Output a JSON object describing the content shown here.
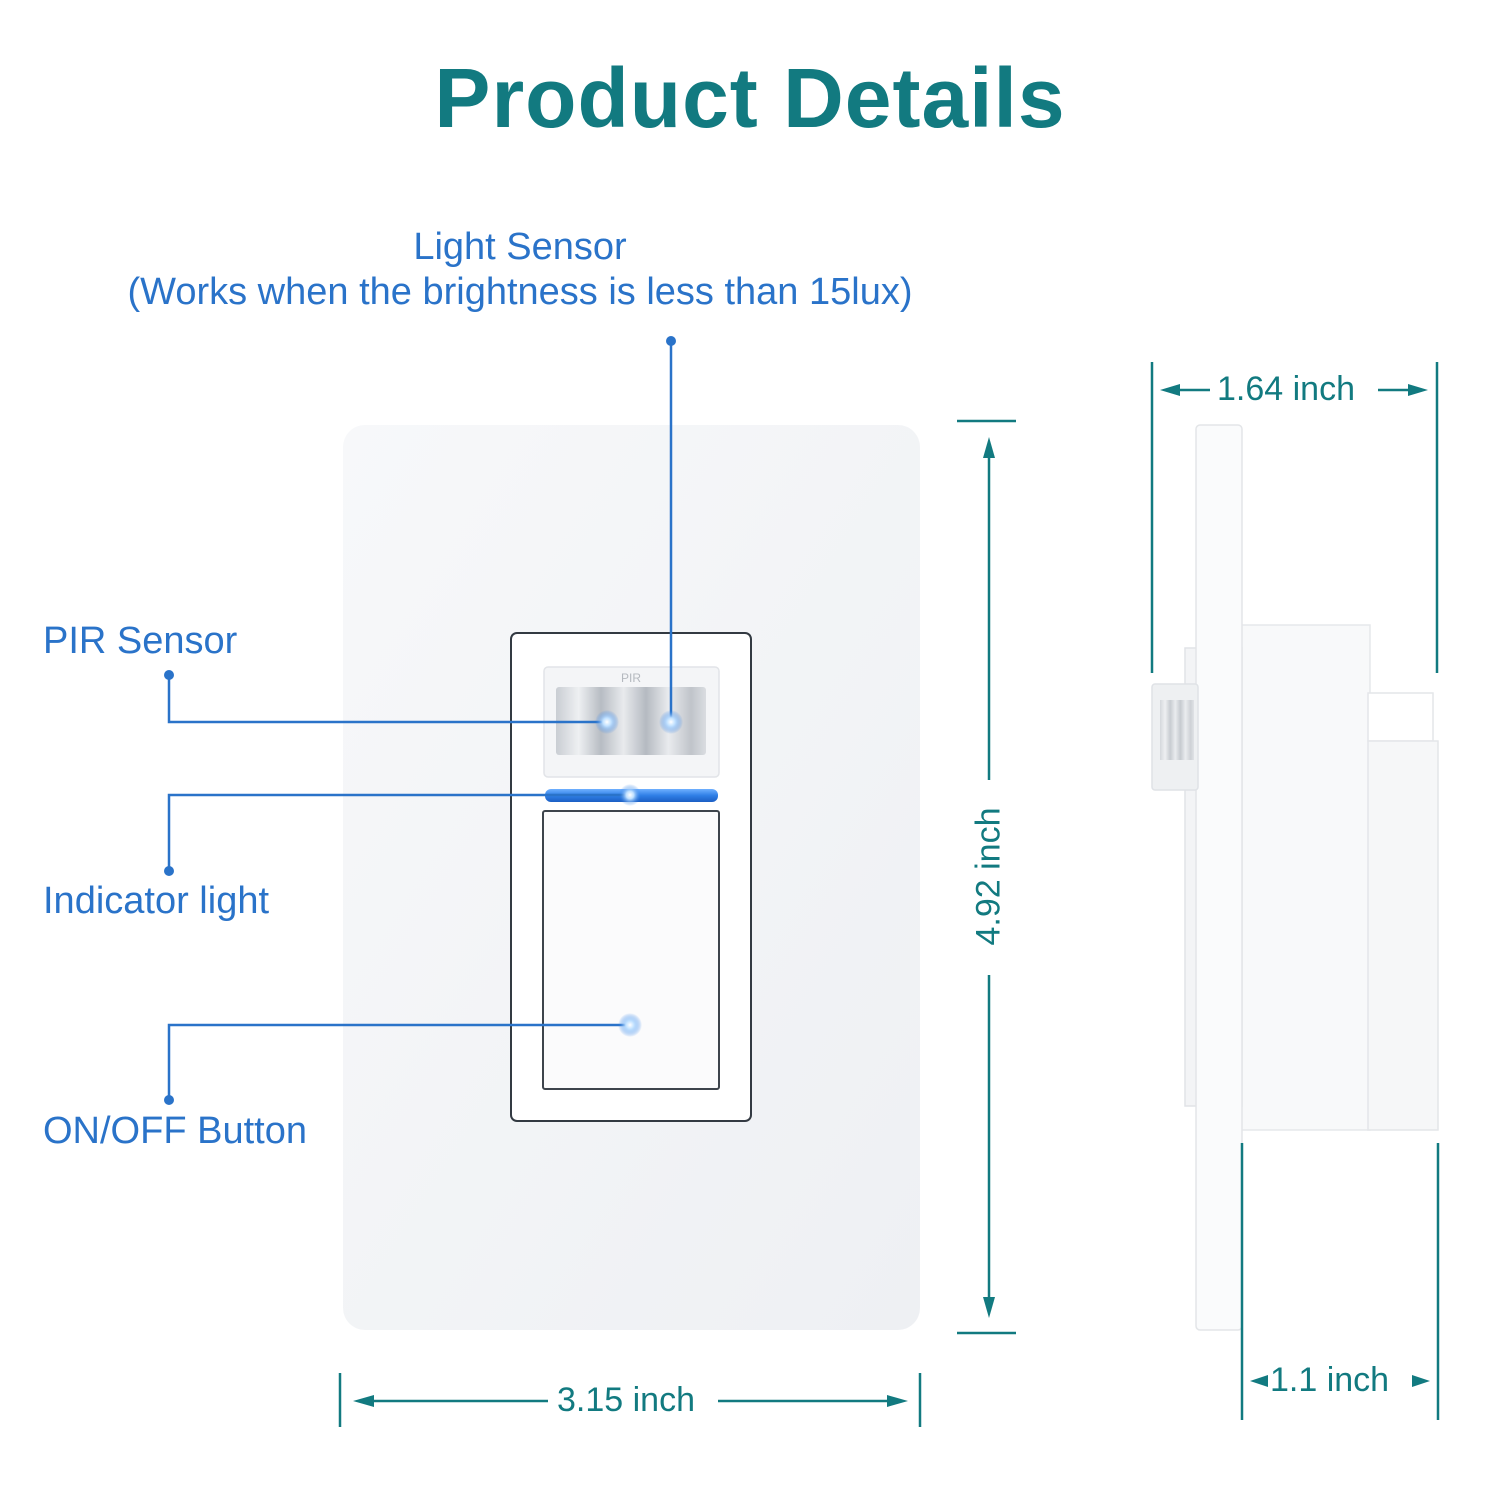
{
  "title": "Product Details",
  "callouts": {
    "light_sensor": "Light Sensor",
    "light_sensor_note": "(Works when the brightness is less than 15lux)",
    "pir_sensor": "PIR Sensor",
    "indicator_light": "Indicator light",
    "on_off_button": "ON/OFF Button"
  },
  "device": {
    "pir_window_label": "PIR"
  },
  "dimensions": {
    "width": "3.15 inch",
    "height": "4.92 inch",
    "depth_total": "1.64 inch",
    "depth_plate": "1.1 inch"
  },
  "colors": {
    "title": "#127a80",
    "callout": "#2a73c9",
    "dimension": "#127a80",
    "indicator": "#2f7fe6"
  }
}
